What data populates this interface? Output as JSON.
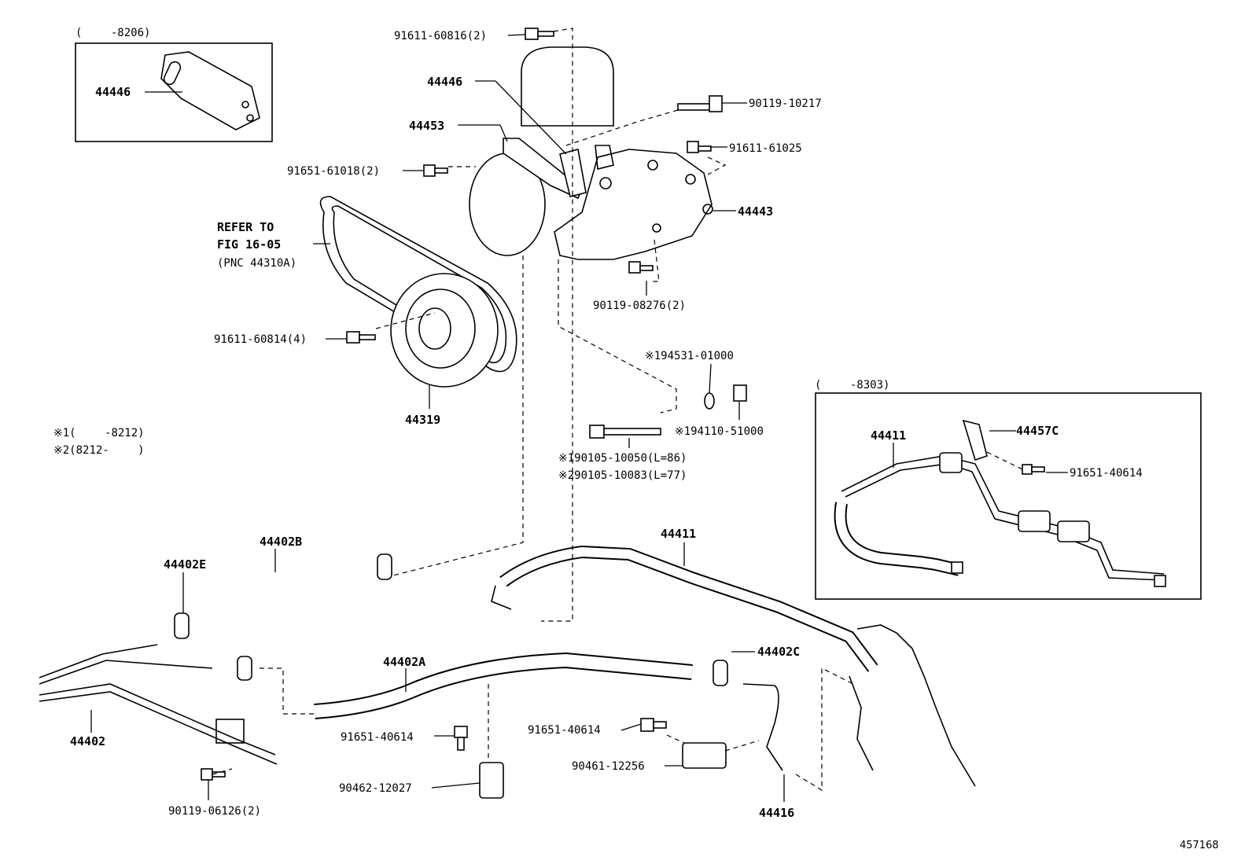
{
  "ref_id": "457168",
  "legend": {
    "note1": "※1(　 　-8212)",
    "note2": "※2(8212- 　　)"
  },
  "inset_top": {
    "range": "(　 　-8206)",
    "part": "44446"
  },
  "inset_right": {
    "range": "(　 　-8303)",
    "parts": {
      "hose": "44411",
      "clamp": "44457C",
      "bolt": "91651-40614"
    }
  },
  "refer": {
    "line1": "REFER TO",
    "line2": "FIG 16-05",
    "line3": "(PNC 44310A)"
  },
  "labels": {
    "p91611_60816": "91611-60816(2)",
    "p44446": "44446",
    "p44453": "44453",
    "p90119_10217": "90119-10217",
    "p91611_61025": "91611-61025",
    "p91651_61018": "91651-61018(2)",
    "p44443": "44443",
    "p90119_08276": "90119-08276(2)",
    "p91611_60814": "91611-60814(4)",
    "p194531": "※194531-01000",
    "p194110": "※194110-51000",
    "p90105a": "※190105-10050(L=86)",
    "p90105b": "※290105-10083(L=77)",
    "p44319": "44319",
    "p44402B": "44402B",
    "p44402E": "44402E",
    "p44411": "44411",
    "p44402C": "44402C",
    "p44402A": "44402A",
    "p44402": "44402",
    "p91651_40614a": "91651-40614",
    "p91651_40614b": "91651-40614",
    "p90461_12256": "90461-12256",
    "p90462_12027": "90462-12027",
    "p90119_06126": "90119-06126(2)",
    "p44416": "44416"
  }
}
